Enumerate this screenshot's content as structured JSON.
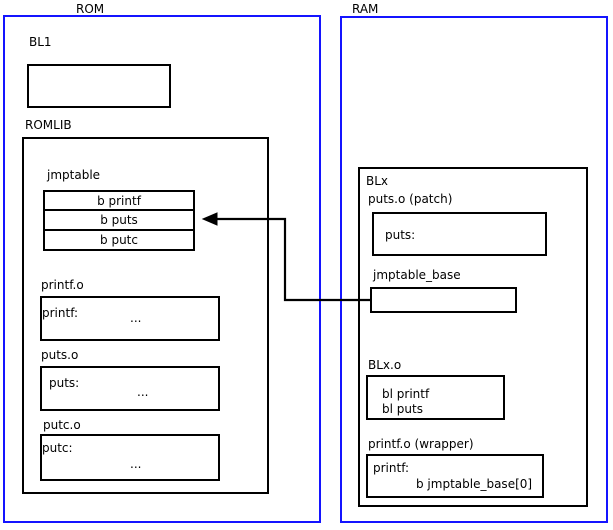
{
  "diagram": {
    "title": "ROMLIB jump table patching diagram",
    "colors": {
      "region_border": "#1414ff",
      "box_border": "#000000",
      "background": "#ffffff",
      "text": "#000000"
    }
  },
  "rom": {
    "label": "ROM",
    "bl1": {
      "label": "BL1",
      "body": ""
    },
    "romlib": {
      "label": "ROMLIB",
      "jmptable": {
        "label": "jmptable",
        "entries": [
          {
            "text": "b printf"
          },
          {
            "text": "b puts"
          },
          {
            "text": "b putc"
          }
        ]
      },
      "objects": [
        {
          "label": "printf.o",
          "symbol": "printf:",
          "body": "..."
        },
        {
          "label": "puts.o",
          "symbol": "puts:",
          "body": "..."
        },
        {
          "label": "putc.o",
          "symbol": "putc:",
          "body": "..."
        }
      ]
    }
  },
  "ram": {
    "label": "RAM",
    "blx": {
      "label": "BLx",
      "puts_patch": {
        "label": "puts.o (patch)",
        "symbol": "puts:"
      },
      "jmptable_base": {
        "label": "jmptable_base",
        "body": ""
      },
      "blx_o": {
        "label": "BLx.o",
        "line1": "bl printf",
        "line2": "bl puts"
      },
      "printf_wrapper": {
        "label": "printf.o (wrapper)",
        "symbol": "printf:",
        "instruction": "b jmptable_base[0]"
      }
    }
  },
  "arrow": {
    "name": "jmptable-base-to-b-puts",
    "from": "jmptable_base",
    "to": "b puts"
  }
}
